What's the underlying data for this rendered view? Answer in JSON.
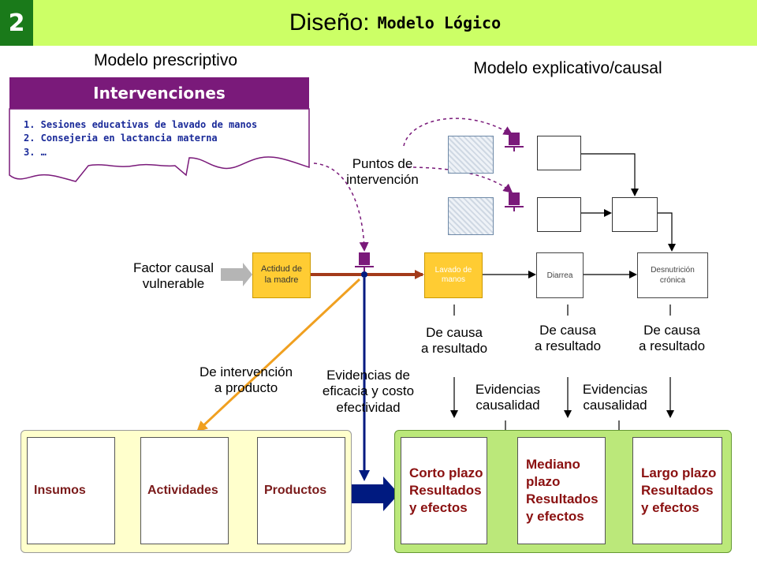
{
  "header": {
    "number": "2",
    "title_main": "Diseño:",
    "title_sub": "Modelo Lógico",
    "bg_color": "#ccff66",
    "badge_color": "#1a7a1a"
  },
  "prescriptive": {
    "title": "Modelo prescriptivo",
    "interventions_header": "Intervenciones",
    "interventions": [
      "1.  Sesiones educativas de lavado de manos",
      "2.  Consejeria en lactancia materna",
      "3.  …"
    ]
  },
  "explicative": {
    "title": "Modelo explicativo/causal",
    "puntos_line1": "Puntos de",
    "puntos_line2": "intervención"
  },
  "causal": {
    "factor_line1": "Factor causal",
    "factor_line2": "vulnerable",
    "actitud_line1": "Actidud de",
    "actitud_line2": "la madre",
    "lavado_line1": "Lavado de",
    "lavado_line2": "manos",
    "diarrea": "Diarrea",
    "desnutricion_line1": "Desnutrición",
    "desnutricion_line2": "crónica"
  },
  "labels": {
    "causa1_line1": "De causa",
    "causa1_line2": "a resultado",
    "causa2_line1": "De causa",
    "causa2_line2": "a resultado",
    "causa3_line1": "De causa",
    "causa3_line2": "a resultado",
    "intervencion_line1": "De intervención",
    "intervencion_line2": "a producto",
    "eficacia_line1": "Evidencias de",
    "eficacia_line2": "eficacia y costo",
    "eficacia_line3": "efectividad",
    "evid1_line1": "Evidencias",
    "evid1_line2": "causalidad",
    "evid2_line1": "Evidencias",
    "evid2_line2": "causalidad"
  },
  "stages": {
    "insumos": "Insumos",
    "actividades": "Actividades",
    "productos": "Productos",
    "corto": [
      "Corto plazo",
      "Resultados",
      "y efectos"
    ],
    "mediano": [
      "Mediano",
      "plazo",
      "Resultados",
      "y efectos"
    ],
    "largo": [
      "Largo plazo",
      "Resultados",
      "y efectos"
    ]
  }
}
